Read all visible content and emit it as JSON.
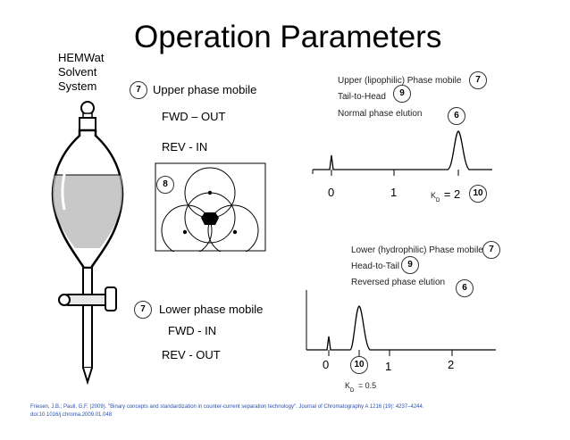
{
  "title": "Operation Parameters",
  "system_label": [
    "HEMWat",
    "Solvent",
    "System"
  ],
  "upper": {
    "badge": "7",
    "label": "Upper phase mobile",
    "fwd": "FWD – OUT",
    "rev": "REV - IN"
  },
  "lower": {
    "badge": "7",
    "label": "Lower phase mobile",
    "fwd": "FWD - IN",
    "rev": "REV - OUT"
  },
  "rotor_badge": "8",
  "chrom_upper": {
    "line1": "Upper (lipophilic) Phase mobile",
    "line2": "Tail-to-Head",
    "line3": "Normal  phase elution",
    "badge_mode": "7",
    "badge_dir": "9",
    "badge_peak": "6",
    "badge_kd": "10",
    "tick0": "0",
    "tick1": "1",
    "kd_prefix": "K",
    "kd_sub": "D",
    "kd_value": "= 2"
  },
  "chrom_lower": {
    "line1": "Lower (hydrophilic) Phase mobile",
    "line2": "Head-to-Tail",
    "line3": "Reversed phase elution",
    "badge_mode": "7",
    "badge_dir": "9",
    "badge_peak": "6",
    "badge_kd": "10",
    "tick0": "0",
    "tick1": "1",
    "tick2": "2",
    "kd_prefix": "K",
    "kd_sub": "D",
    "kd_value": "= 0.5"
  },
  "citation": "Friesen, J.B.; Pauli, G.F. (2009). \"Binary concepts and standardization in counter-current separation technology\". Journal of Chromatography A 1216 (19): 4237–4244. doi:10.1016/j.chroma.2009.01.048"
}
